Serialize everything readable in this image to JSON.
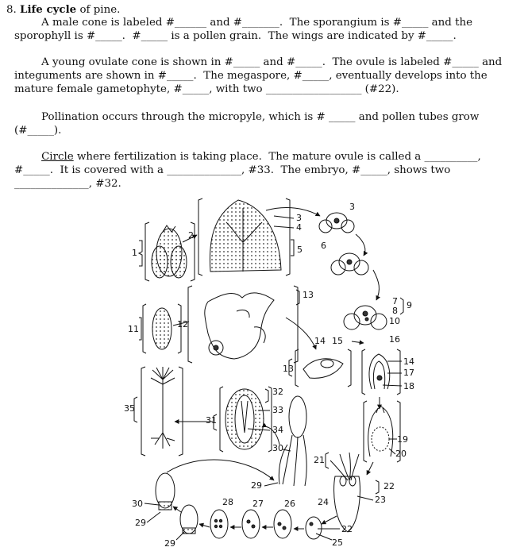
{
  "worksheet": {
    "heading_number": "8.",
    "heading_bold": "Life cycle",
    "heading_rest": " of pine.",
    "p1": {
      "l1": "        A male cone is labeled #______ and #_______.  The sporangium is #_____ and the",
      "l2": "sporophyll is #_____.  #_____ is a pollen grain.  The wings are indicated by #_____."
    },
    "p2": {
      "l1": "        A young ovulate cone is shown in #_____ and #_____.  The ovule is labeled #_____ and",
      "l2": "integuments are shown in #_____.  The megaspore, #_____, eventually develops into the",
      "l3": "mature female gametophyte, #_____, with two __________________ (#22)."
    },
    "p3": {
      "l1": "        Pollination occurs through the micropyle, which is # _____ and pollen tubes grow",
      "l2": "(#_____)."
    },
    "p4": {
      "l1_circle": "Circle",
      "l1_rest": " where fertilization is taking place.  The mature ovule is called a __________,",
      "l2": "#_____.  It is covered with a ______________, #33.  The embryo, #_____, shows two",
      "l3": "______________, #32."
    }
  },
  "diagram": {
    "labels": {
      "l1": "1",
      "l2": "2",
      "l3a": "3",
      "l3b": "3",
      "l4": "4",
      "l5": "5",
      "l6": "6",
      "l7": "7",
      "l8": "8",
      "l9": "9",
      "l10": "10",
      "l11": "11",
      "l12": "12",
      "l13a": "13",
      "l13b": "13",
      "l14a": "14",
      "l14b": "14",
      "l15": "15",
      "l16": "16",
      "l17": "17",
      "l18": "18",
      "l19": "19",
      "l20": "20",
      "l21": "21",
      "l22a": "22",
      "l22b": "22",
      "l23": "23",
      "l24": "24",
      "l25": "25",
      "l26": "26",
      "l27": "27",
      "l28": "28",
      "l29a": "29",
      "l29b": "29",
      "l29c": "29",
      "l30a": "30",
      "l30b": "30",
      "l31": "31",
      "l32": "32",
      "l33": "33",
      "l34": "34",
      "l35": "35"
    }
  }
}
